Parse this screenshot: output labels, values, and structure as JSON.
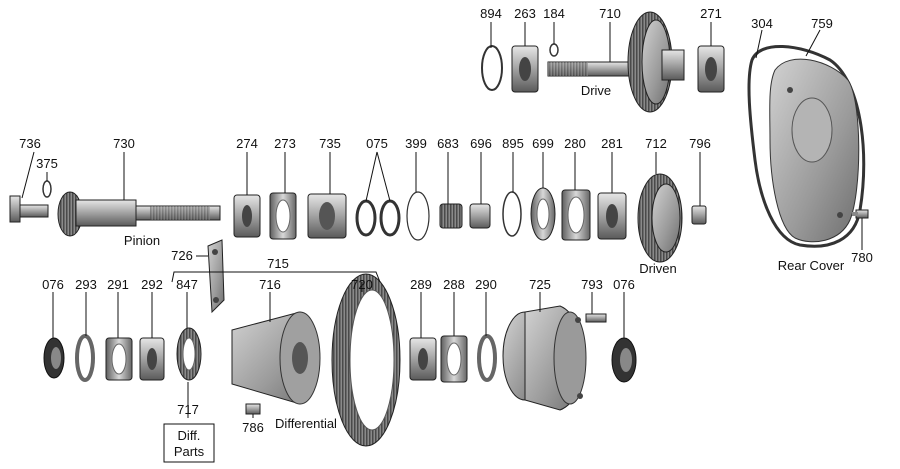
{
  "callouts": {
    "c894": "894",
    "c263": "263",
    "c184": "184",
    "c710": "710",
    "c271": "271",
    "c304": "304",
    "c759": "759",
    "c736": "736",
    "c375": "375",
    "c730": "730",
    "c274": "274",
    "c273": "273",
    "c735": "735",
    "c075": "075",
    "c399": "399",
    "c683": "683",
    "c696": "696",
    "c895": "895",
    "c699": "699",
    "c280": "280",
    "c281": "281",
    "c712": "712",
    "c796": "796",
    "c780": "780",
    "c726": "726",
    "c715": "715",
    "c076a": "076",
    "c293": "293",
    "c291": "291",
    "c292": "292",
    "c847": "847",
    "c716": "716",
    "c720": "720",
    "c289": "289",
    "c288": "288",
    "c290": "290",
    "c725": "725",
    "c793": "793",
    "c076b": "076",
    "c717": "717",
    "c786": "786"
  },
  "labels": {
    "drive": "Drive",
    "pinion": "Pinion",
    "driven": "Driven",
    "rear_cover": "Rear Cover",
    "differential": "Differential",
    "diff_parts_line1": "Diff.",
    "diff_parts_line2": "Parts"
  }
}
